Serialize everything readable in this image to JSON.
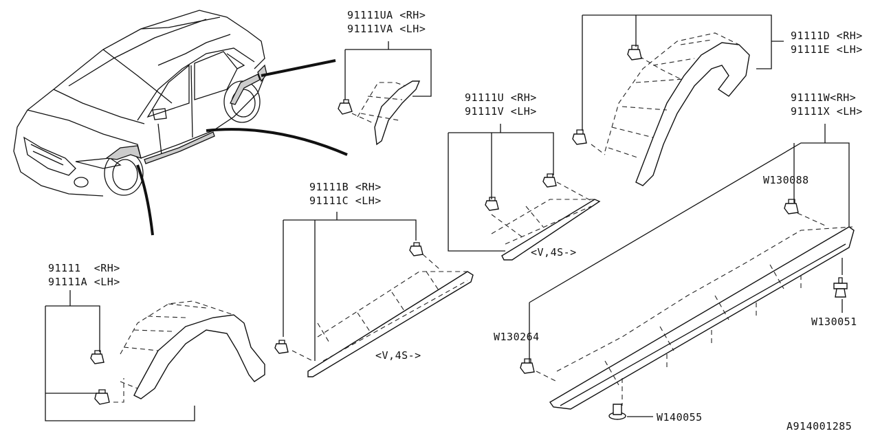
{
  "diagram_id": "A914001285",
  "callouts": {
    "wheel_arch_rear_upper": [
      "91111D <RH>",
      "91111E <LH>"
    ],
    "side_sill_cover": [
      "91111W<RH>",
      "91111X <LH>"
    ],
    "small_moulding": [
      "91111UA <RH>",
      "91111VA <LH>"
    ],
    "door_moulding_rear": [
      "91111U <RH>",
      "91111V <LH>"
    ],
    "door_moulding_front": [
      "91111B <RH>",
      "91111C <LH>"
    ],
    "wheel_arch_front": [
      "91111  <RH>",
      "91111A <LH>"
    ]
  },
  "variant_notes": {
    "rear_door": "<V,4S->",
    "front_door": "<V,4S->"
  },
  "fasteners": {
    "clip_upper": "W130088",
    "clip_lower_left": "W130264",
    "clip_right": "W130051",
    "screw_bottom": "W140055"
  }
}
